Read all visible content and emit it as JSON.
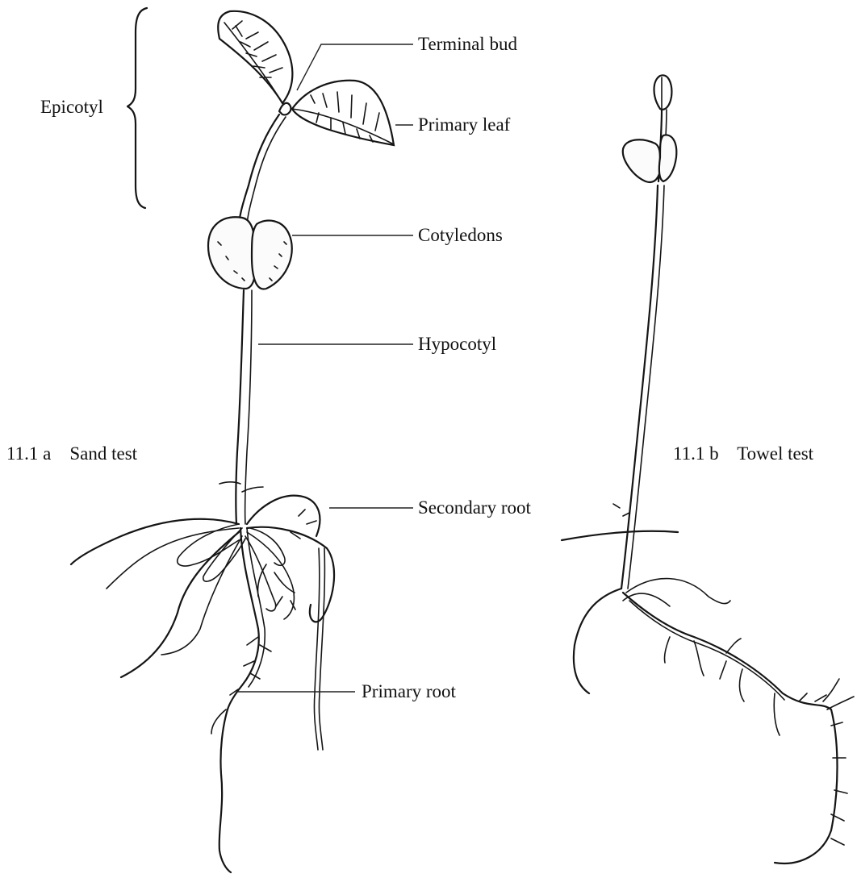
{
  "labels": {
    "epicotyl": "Epicotyl",
    "terminal_bud": "Terminal bud",
    "primary_leaf": "Primary leaf",
    "cotyledons": "Cotyledons",
    "hypocotyl": "Hypocotyl",
    "secondary_root": "Secondary root",
    "primary_root": "Primary root"
  },
  "captions": {
    "sand_test": "11.1 a    Sand test",
    "towel_test": "11.1 b    Towel test"
  },
  "colors": {
    "ink": "#151515",
    "background": "#ffffff"
  }
}
